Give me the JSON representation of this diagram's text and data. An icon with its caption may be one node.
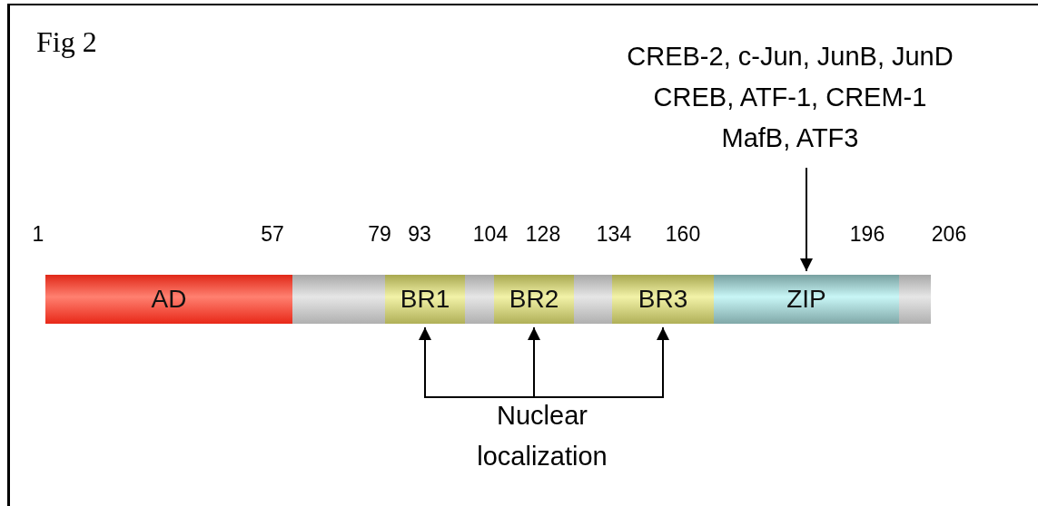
{
  "diagram": {
    "title": "Fig 2",
    "nodes": [
      {
        "text": [],
        "shape": "bar"
      },
      {
        "text": [
          "AD"
        ],
        "in": 0
      },
      {
        "text": [
          "BR1"
        ],
        "in": 0
      },
      {
        "text": [
          "BR2"
        ],
        "in": 0
      },
      {
        "text": [
          "BR3"
        ],
        "in": 0
      },
      {
        "text": [
          "ZIP"
        ],
        "in": 0
      },
      {
        "text": [
          "CREB-2, c-Jun, JunB, JunD",
          "CREB, ATF-1, CREM-1",
          "MafB, ATF3"
        ]
      },
      {
        "text": [
          "Nuclear localization"
        ]
      }
    ],
    "edges": [
      {
        "from": 6,
        "to": 5,
        "arrow": "to"
      },
      {
        "from": 7,
        "to": 2,
        "arrow": "to"
      },
      {
        "from": 7,
        "to": 3,
        "arrow": "to"
      },
      {
        "from": 7,
        "to": 4,
        "arrow": "to"
      }
    ],
    "labels": [
      "1",
      "57",
      "79",
      "93",
      "104",
      "128",
      "134",
      "160",
      "196",
      "206"
    ]
  }
}
